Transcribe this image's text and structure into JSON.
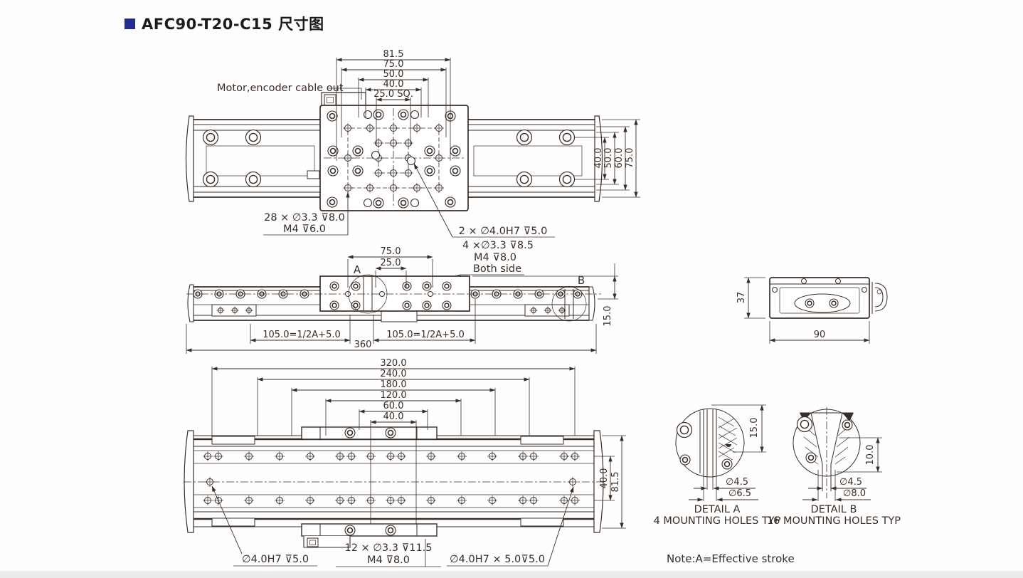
{
  "colors": {
    "ink": "#3a2d26",
    "accent": "#202f8f",
    "background": "#ffffff"
  },
  "title": {
    "text": "AFC90-T20-C15 尺寸图"
  },
  "top_view": {
    "motor_cable_label": "Motor,encoder cable out",
    "dim_chain_horizontal": [
      "81.5",
      "75.0",
      "50.0",
      "40.0",
      "25.0 SQ."
    ],
    "dim_chain_vertical": [
      "40.0",
      "50.0",
      "60.0",
      "75.0"
    ],
    "annotation_mount_holes": {
      "line1": "28 × ∅3.3 ⊽8.0",
      "line2": "M4 ⊽6.0"
    },
    "annotation_dowel": "2 × ∅4.0H7 ⊽5.0",
    "annotation_side_holes": {
      "line1": "4 ×∅3.3 ⊽8.5",
      "line2": "M4 ⊽8.0",
      "line3": "Both side"
    }
  },
  "front_view": {
    "dim_75": "75.0",
    "dim_25": "25.0",
    "detail_a_marker": "A",
    "detail_b_marker": "B",
    "dim_15": "15.0",
    "dim_stroke_left": "105.0=1/2A+5.0",
    "dim_stroke_right": "105.0=1/2A+5.0",
    "dim_overall": "360"
  },
  "end_view": {
    "dim_height": "37",
    "dim_width": "90"
  },
  "bottom_view": {
    "dim_chain_horizontal": [
      "320.0",
      "240.0",
      "180.0",
      "120.0",
      "60.0",
      "40.0"
    ],
    "dim_rows": "40.0",
    "dim_overall_width": "81.5",
    "annotation_dowel_left": "∅4.0H7 ⊽5.0",
    "annotation_mount_holes": {
      "line1": "12 × ∅3.3 ⊽11.5",
      "line2": "M4 ⊽8.0"
    },
    "annotation_dowel_right": "∅4.0H7 × 5.0⊽5.0"
  },
  "detail_a": {
    "title": "DETAIL A",
    "subtitle": "4 MOUNTING HOLES TYP",
    "dim_depth": "15.0",
    "dim_hole": "∅4.5",
    "dim_counterbore": "∅6.5"
  },
  "detail_b": {
    "title": "DETAIL B",
    "subtitle": "16 MOUNTING HOLES TYP",
    "dim_depth": "10.0",
    "dim_hole": "∅4.5",
    "dim_counterbore": "∅8.0"
  },
  "note": "Note:A=Effective stroke"
}
